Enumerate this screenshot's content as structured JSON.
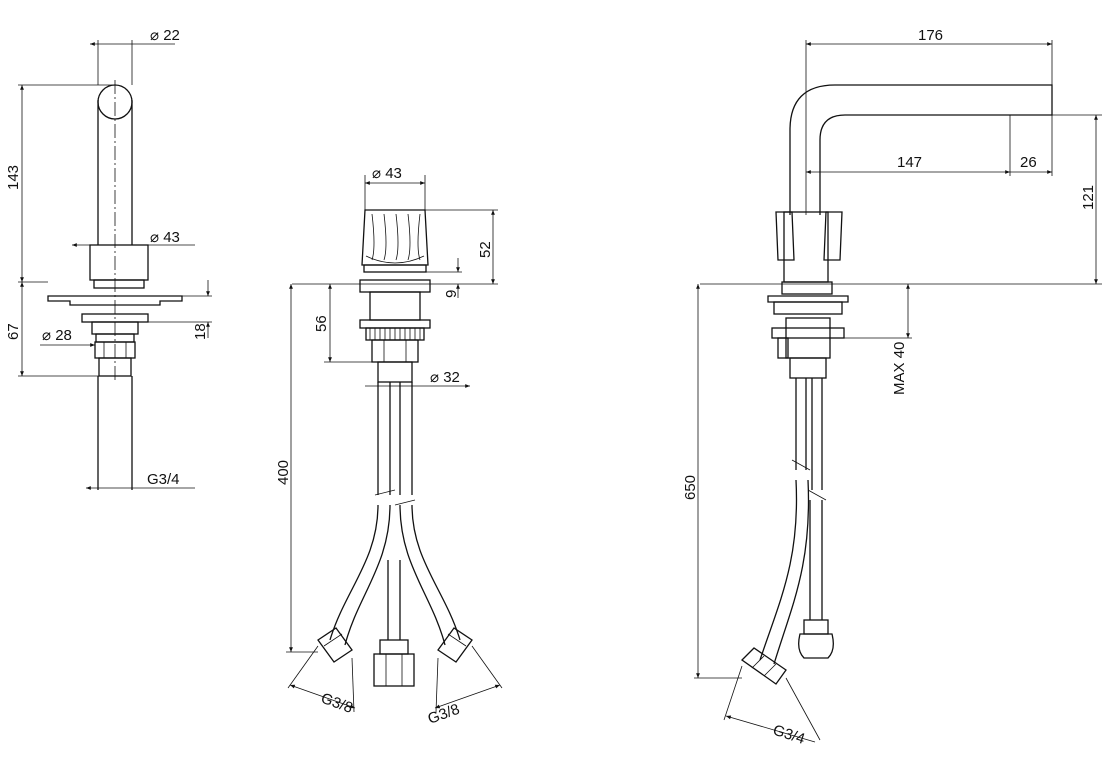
{
  "dimensions": {
    "left_pipe_dia": "22",
    "left_height": "143",
    "left_base_dia": "43",
    "left_lower": "67",
    "left_nut_dia": "28",
    "left_flange": "18",
    "left_thread": "G3/4",
    "mid_handle_dia": "43",
    "mid_handle_h": "52",
    "mid_gap": "9",
    "mid_body_h": "56",
    "mid_stem_dia": "32",
    "mid_hose_len": "400",
    "mid_thread_l": "G3/8",
    "mid_thread_r": "G3/8",
    "right_reach": "176",
    "right_spout": "147",
    "right_tip": "26",
    "right_height": "121",
    "right_max": "MAX 40",
    "right_hose_len": "650",
    "right_thread": "G3/4"
  }
}
